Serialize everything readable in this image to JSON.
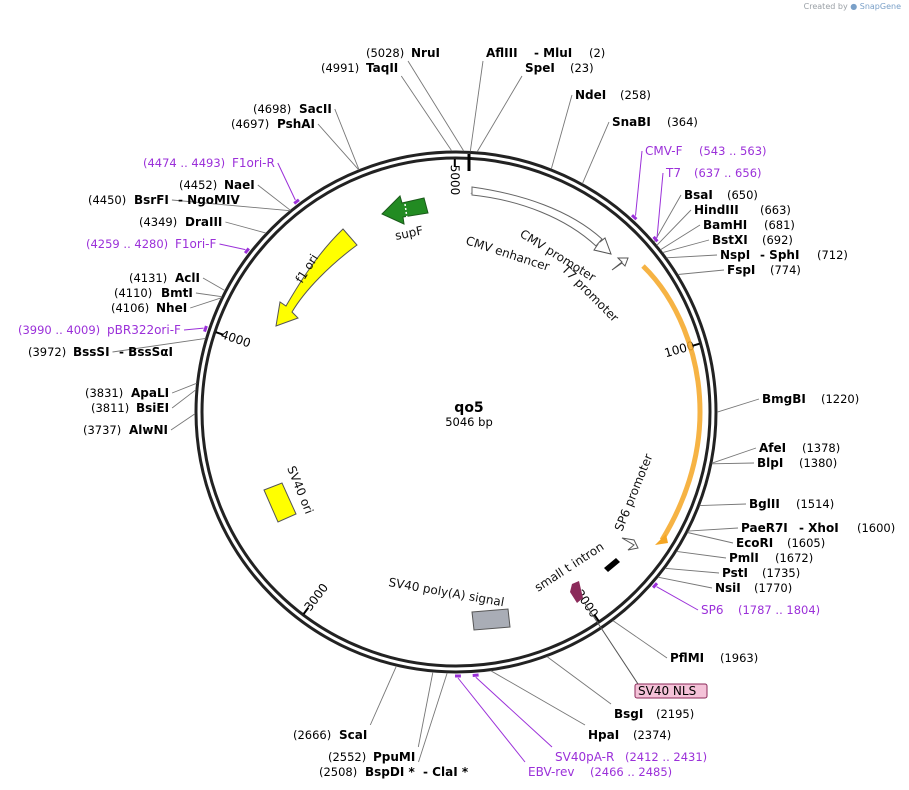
{
  "credit": {
    "prefix": "Created by",
    "brand": "SnapGene"
  },
  "plasmid": {
    "name": "qo5",
    "size": "5046 bp",
    "length": 5046
  },
  "colors": {
    "primer": "#9b30d9",
    "f1ori": "#ffff00",
    "supF": "#228b22",
    "sv40_ori": "#ffff00",
    "sv40_polyA": "#a9adb6",
    "small_t_intron": "#000000",
    "sv40_nls": "#8b2a5a",
    "cmv_enhancer": "#ffffff",
    "orf": "#f5a623"
  },
  "ticks": [
    {
      "pos": 1000,
      "label": "1000"
    },
    {
      "pos": 2000,
      "label": "2000"
    },
    {
      "pos": 3000,
      "label": "3000"
    },
    {
      "pos": 4000,
      "label": "4000"
    },
    {
      "pos": 5000,
      "label": "5000"
    }
  ],
  "sites": [
    {
      "name": "NruI",
      "pos": "(5028)",
      "bp": 5028
    },
    {
      "name": "TaqII",
      "pos": "(4991)",
      "bp": 4991
    },
    {
      "name": "AflIII",
      "name2": "MluI",
      "pos": "(2)",
      "bp": 2
    },
    {
      "name": "SpeI",
      "pos": "(23)",
      "bp": 23
    },
    {
      "name": "NdeI",
      "pos": "(258)",
      "bp": 258
    },
    {
      "name": "SnaBI",
      "pos": "(364)",
      "bp": 364
    },
    {
      "name": "SacII",
      "pos": "(4698)",
      "bp": 4698
    },
    {
      "name": "PshAI",
      "pos": "(4697)",
      "bp": 4697
    },
    {
      "name": "NaeI",
      "pos": "(4452)",
      "bp": 4452
    },
    {
      "name": "BsrFI",
      "name2": "NgoMIV",
      "pos": "(4450)",
      "bp": 4450
    },
    {
      "name": "DraIII",
      "pos": "(4349)",
      "bp": 4349
    },
    {
      "name": "BsaI",
      "pos": "(650)",
      "bp": 650
    },
    {
      "name": "HindIII",
      "pos": "(663)",
      "bp": 663
    },
    {
      "name": "BamHI",
      "pos": "(681)",
      "bp": 681
    },
    {
      "name": "BstXI",
      "pos": "(692)",
      "bp": 692
    },
    {
      "name": "NspI",
      "name2": "SphI",
      "pos": "(712)",
      "bp": 712
    },
    {
      "name": "FspI",
      "pos": "(774)",
      "bp": 774
    },
    {
      "name": "AclI",
      "pos": "(4131)",
      "bp": 4131
    },
    {
      "name": "BmtI",
      "pos": "(4110)",
      "bp": 4110
    },
    {
      "name": "NheI",
      "pos": "(4106)",
      "bp": 4106
    },
    {
      "name": "BssSI",
      "name2": "BssSαI",
      "pos": "(3972)",
      "bp": 3972
    },
    {
      "name": "ApaLI",
      "pos": "(3831)",
      "bp": 3831
    },
    {
      "name": "BsiEI",
      "pos": "(3811)",
      "bp": 3811
    },
    {
      "name": "AlwNI",
      "pos": "(3737)",
      "bp": 3737
    },
    {
      "name": "BmgBI",
      "pos": "(1220)",
      "bp": 1220
    },
    {
      "name": "AfeI",
      "pos": "(1378)",
      "bp": 1378
    },
    {
      "name": "BlpI",
      "pos": "(1380)",
      "bp": 1380
    },
    {
      "name": "BglII",
      "pos": "(1514)",
      "bp": 1514
    },
    {
      "name": "PaeR7I",
      "name2": "XhoI",
      "pos": "(1600)",
      "bp": 1600
    },
    {
      "name": "EcoRI",
      "pos": "(1605)",
      "bp": 1605
    },
    {
      "name": "PmlI",
      "pos": "(1672)",
      "bp": 1672
    },
    {
      "name": "PstI",
      "pos": "(1735)",
      "bp": 1735
    },
    {
      "name": "NsiI",
      "pos": "(1770)",
      "bp": 1770
    },
    {
      "name": "PflMI",
      "pos": "(1963)",
      "bp": 1963
    },
    {
      "name": "BsgI",
      "pos": "(2195)",
      "bp": 2195
    },
    {
      "name": "HpaI",
      "pos": "(2374)",
      "bp": 2374
    },
    {
      "name": "ScaI",
      "pos": "(2666)",
      "bp": 2666
    },
    {
      "name": "PpuMI",
      "pos": "(2552)",
      "bp": 2552
    },
    {
      "name": "BspDI *",
      "name2": "ClaI *",
      "pos": "(2508)",
      "bp": 2508
    }
  ],
  "primers": [
    {
      "name": "CMV-F",
      "pos": "(543 .. 563)",
      "bp": 553
    },
    {
      "name": "T7",
      "pos": "(637 .. 656)",
      "bp": 646
    },
    {
      "name": "F1ori-R",
      "pos": "(4474 .. 4493)",
      "bp": 4483
    },
    {
      "name": "F1ori-F",
      "pos": "(4259 .. 4280)",
      "bp": 4270
    },
    {
      "name": "pBR322ori-F",
      "pos": "(3990 .. 4009)",
      "bp": 4000
    },
    {
      "name": "SP6",
      "pos": "(1787 .. 1804)",
      "bp": 1795
    },
    {
      "name": "SV40pA-R",
      "pos": "(2412 .. 2431)",
      "bp": 2421
    },
    {
      "name": "EBV-rev",
      "pos": "(2466 .. 2485)",
      "bp": 2475
    }
  ],
  "features": {
    "cmv_enhancer": "CMV enhancer",
    "cmv_promoter": "CMV promoter",
    "t7_promoter": "T7 promoter",
    "sp6_promoter": "SP6 promoter",
    "small_t_intron": "small t intron",
    "sv40_polyA": "SV40 poly(A) signal",
    "sv40_ori": "SV40 ori",
    "f1_ori": "f1 ori",
    "supF": "supF",
    "sv40_nls": "SV40 NLS"
  }
}
